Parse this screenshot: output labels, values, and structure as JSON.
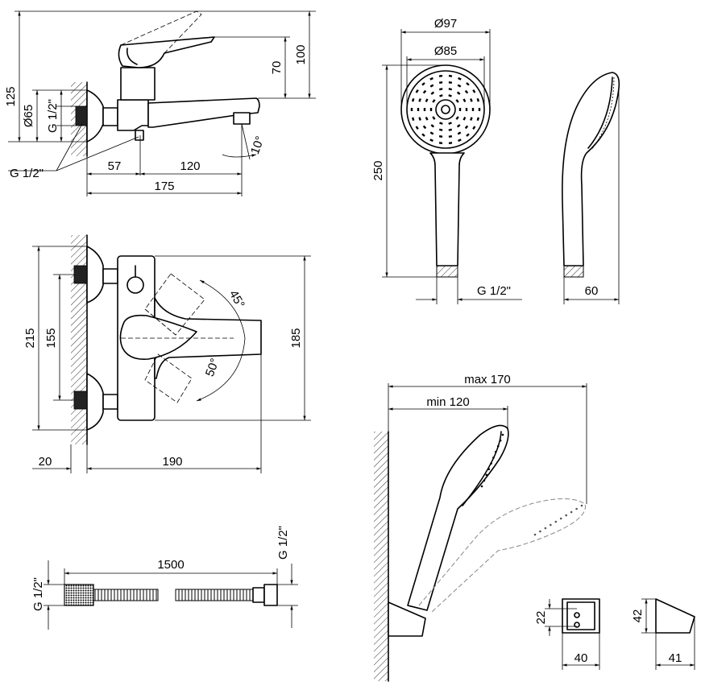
{
  "labels": {
    "mixer_height_total": "125",
    "mixer_height_100": "100",
    "mixer_height_70": "70",
    "flange_diameter": "Ø65",
    "inlet_thread_side": "G 1/2\"",
    "inlet_thread_callout": "G 1/2\"",
    "spout_angle": "10°",
    "offset_57": "57",
    "spout_120": "120",
    "length_175": "175",
    "head_outer": "Ø97",
    "head_inner": "Ø85",
    "shower_length": "250",
    "shower_thread": "G 1/2\"",
    "shower_depth": "60",
    "height_215": "215",
    "centers_155": "155",
    "height_185": "185",
    "angle_45": "45°",
    "angle_50": "50°",
    "wall_20": "20",
    "depth_190": "190",
    "max_reach": "max 170",
    "min_reach": "min 120",
    "hose_length": "1500",
    "hose_thread_left": "G 1/2\"",
    "hose_thread_right": "G 1/2\"",
    "holder_22": "22",
    "holder_40": "40",
    "holder_42": "42",
    "holder_41": "41"
  }
}
